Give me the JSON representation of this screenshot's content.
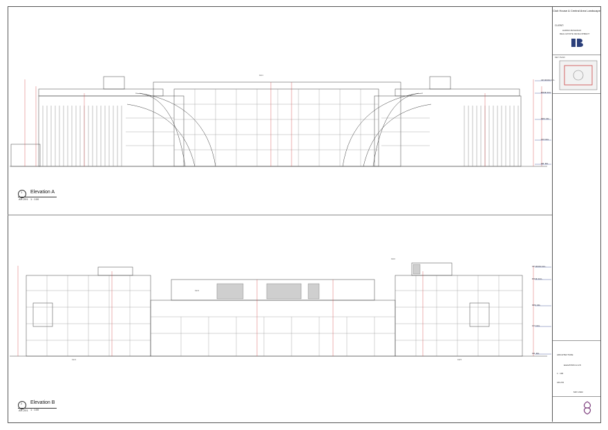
{
  "titleblock": {
    "project": "Club House & Central Area Landscape",
    "client_label": "CLIENT:",
    "client_name": "HARIRA BASHIDAD",
    "client_sub": "REAL ESTATE DEVELOPMENT",
    "key_plan": "KEY PLAN",
    "project_label": "ARCHITECTURE",
    "drawing_name": "ELEVATION A & B",
    "scale": "1 : 100",
    "drawing_no": "AR-201",
    "date": "MAY 2022"
  },
  "elevations": [
    {
      "title": "Elevation A",
      "number": "1",
      "sheet": "AR-201",
      "scale": "1 : 100"
    },
    {
      "title": "Elevation B",
      "number": "2",
      "sheet": "AR-201",
      "scale": "1 : 100"
    }
  ],
  "levels_a": [
    "UP. ROOF F.F.L.",
    "ROOF F.F.L.",
    "3RD. FFL",
    "1ST. FFL",
    "GR. FFL"
  ],
  "levels_b": [
    "UP. ROOF F.F.L.",
    "ROOF F.F.L.",
    "3RD. FFL",
    "1ST. FFL",
    "GR. FFL"
  ],
  "grid_tags_a": [
    "CH 1"
  ],
  "grid_tags_b": [
    "CH 2",
    "CH 3",
    "CH 4",
    "CH 5"
  ],
  "colors": {
    "line": "#3a3a3a",
    "accent": "#d33a3a",
    "level": "#2a3a8a"
  }
}
